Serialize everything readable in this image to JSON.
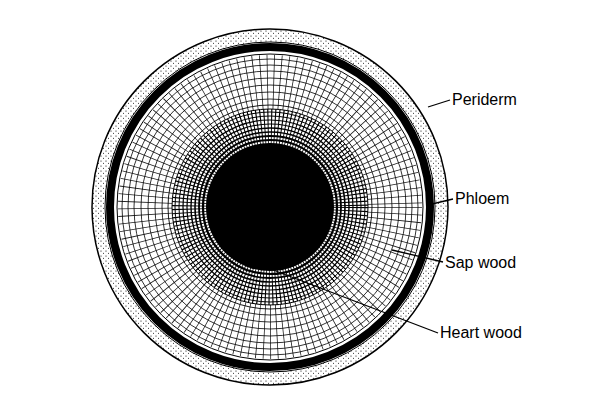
{
  "diagram": {
    "labels": [
      "Periderm",
      "Phloem",
      "Sap wood",
      "Heart wood"
    ]
  }
}
